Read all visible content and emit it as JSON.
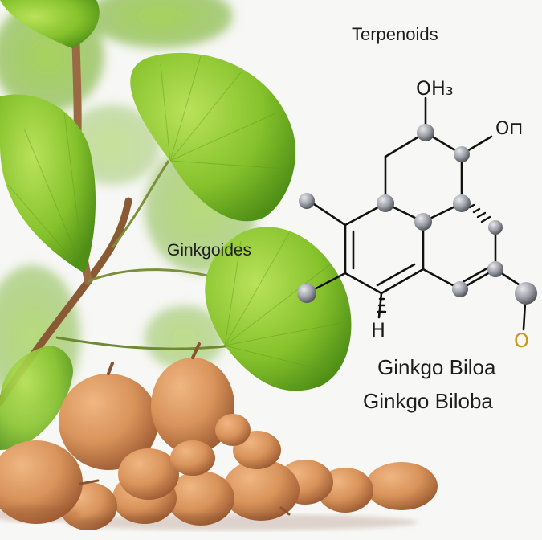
{
  "labels": {
    "terpenoids": "Terpenoids",
    "ginkgoides": "Ginkgoides",
    "ginkgo_biloba_1": "Ginkgo Biloa",
    "ginkgo_biloba_2": "Ginkgo Biloba"
  },
  "atoms": {
    "top": "OH₃",
    "right": "O⊓",
    "bottom_left": "H",
    "bottom_right": "O"
  },
  "colors": {
    "background": "#f7f7f5",
    "leaf": "#86c22c",
    "leaf_dark": "#4f8f16",
    "nut": "#d8935a",
    "nut_shade": "#a9653a",
    "atom": "#8d9097",
    "bond": "#111111"
  }
}
